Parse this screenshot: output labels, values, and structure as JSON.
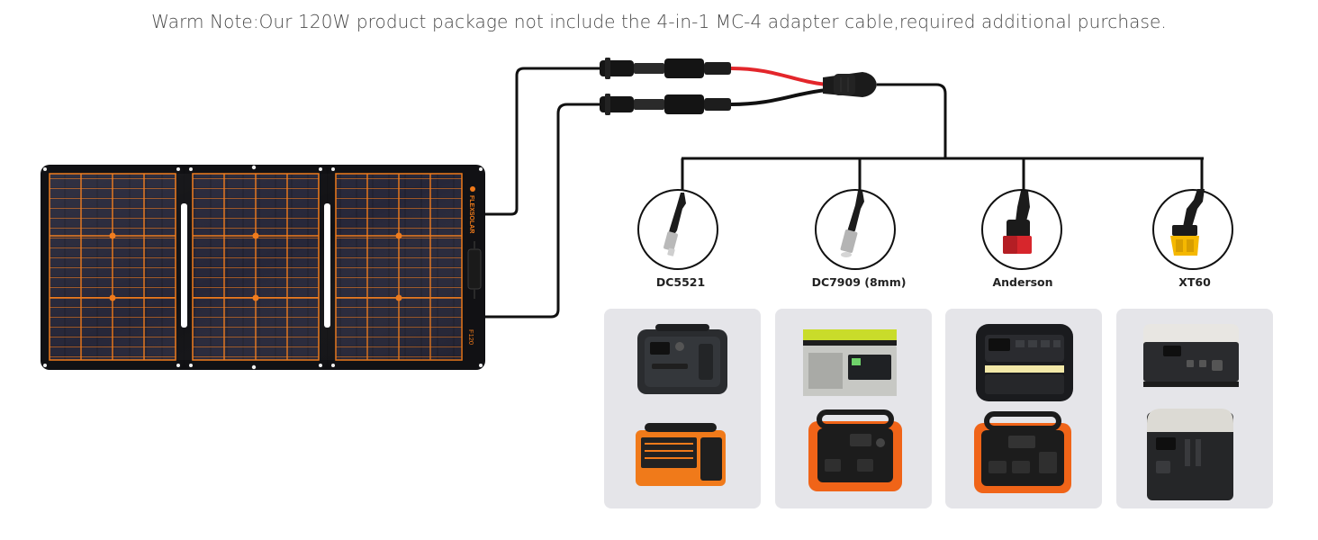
{
  "note": "Warm Note:Our 120W product package not include the 4-in-1 MC-4 adapter cable,required additional purchase.",
  "panel": {
    "brand": "FLEXSOLAR",
    "model": "F120"
  },
  "connectors": [
    {
      "label": "DC5521"
    },
    {
      "label": "DC7909 (8mm)"
    },
    {
      "label": "Anderson"
    },
    {
      "label": "XT60"
    }
  ],
  "device_cards": 4,
  "colors": {
    "cable": "#1a1a1a",
    "cable_red": "#e3262b",
    "panel_orange": "#f07a1a",
    "panel_cell": "#1d1d2a",
    "card_bg": "#e5e5e9",
    "xt60_yellow": "#f5b800",
    "anderson_red": "#d7262c"
  }
}
